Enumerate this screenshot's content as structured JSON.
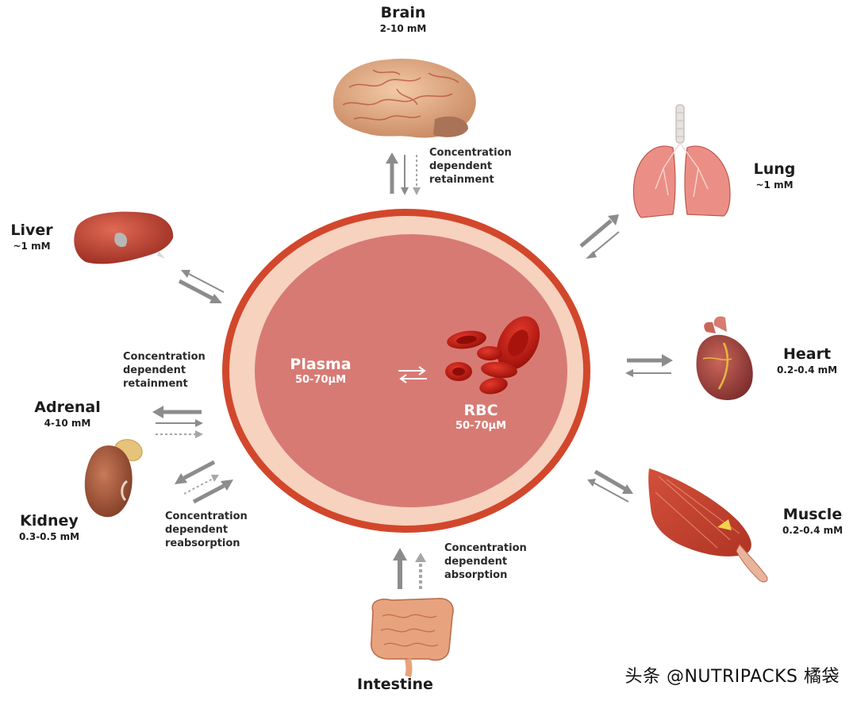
{
  "center": {
    "plasma": {
      "name": "Plasma",
      "conc": "50-70μM"
    },
    "rbc": {
      "name": "RBC",
      "conc": "50-70μM"
    }
  },
  "organs": {
    "brain": {
      "name": "Brain",
      "conc": "2-10 mM",
      "icon": "brain-icon"
    },
    "lung": {
      "name": "Lung",
      "conc": "~1 mM",
      "icon": "lung-icon"
    },
    "heart": {
      "name": "Heart",
      "conc": "0.2-0.4 mM",
      "icon": "heart-icon"
    },
    "muscle": {
      "name": "Muscle",
      "conc": "0.2-0.4 mM",
      "icon": "muscle-icon"
    },
    "intestine": {
      "name": "Intestine",
      "icon": "intestine-icon"
    },
    "kidney": {
      "name": "Kidney",
      "conc": "0.3-0.5 mM",
      "icon": "kidney-icon"
    },
    "adrenal": {
      "name": "Adrenal",
      "conc": "4-10 mM",
      "icon": "adrenal-icon"
    },
    "liver": {
      "name": "Liver",
      "conc": "~1 mM",
      "icon": "liver-icon"
    }
  },
  "notes": {
    "brain": [
      "Concentration",
      "dependent",
      "retainment"
    ],
    "adrenal": [
      "Concentration",
      "dependent",
      "retainment"
    ],
    "kidney": [
      "Concentration",
      "dependent",
      "reabsorption"
    ],
    "intestine": [
      "Concentration",
      "dependent",
      "absorption"
    ]
  },
  "watermark": "头条 @NUTRIPACKS 橘袋",
  "colors": {
    "outer_ring": "#d2472c",
    "cream_ring": "#f6d2bf",
    "plasma": "#d87a74",
    "rbc": "#c41d12",
    "arrow": "#8c8c8c",
    "organ_flesh": "#e4a27c",
    "organ_dark": "#b8503f"
  }
}
